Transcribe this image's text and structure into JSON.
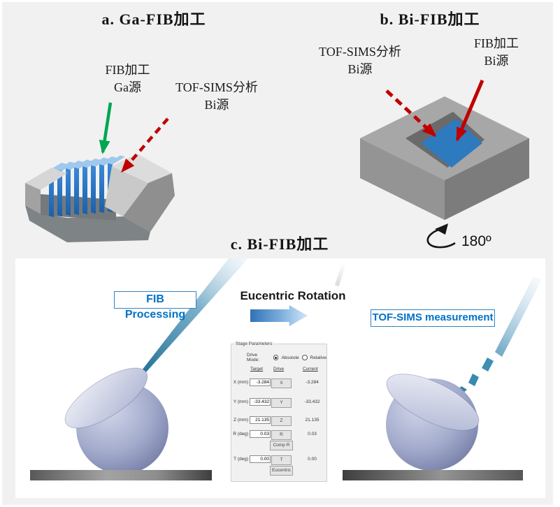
{
  "panel_a": {
    "title": "a. Ga-FIB加工",
    "fib_label_line1": "FIB加工",
    "fib_label_line2": "Ga源",
    "tof_label_line1": "TOF-SIMS分析",
    "tof_label_line2": "Bi源"
  },
  "panel_b": {
    "title": "b. Bi-FIB加工",
    "tof_label_line1": "TOF-SIMS分析",
    "tof_label_line2": "Bi源",
    "fib_label_line1": "FIB加工",
    "fib_label_line2": "Bi源",
    "rotation_label": "180º"
  },
  "panel_c": {
    "title": "c. Bi-FIB加工",
    "fib_box_label": "FIB Processing",
    "eucentric_label": "Eucentric Rotation",
    "tof_box_label": "TOF-SIMS measurement",
    "stage": {
      "title": "Stage Parameters",
      "drive_mode_label": "Drive Mode:",
      "mode_absolute": "Absolute",
      "mode_relative": "Relative",
      "selected_mode": "Absolute",
      "columns": {
        "target": "Target",
        "drive": "Drive",
        "current": "Current"
      },
      "rows": [
        {
          "label": "X (mm)",
          "target": "-3.284",
          "button": "X",
          "current": "-3.284"
        },
        {
          "label": "Y (mm)",
          "target": "-33.432",
          "button": "Y",
          "current": "-33.432"
        },
        {
          "label": "Z (mm)",
          "target": "21.135",
          "button": "Z",
          "current": "21.135"
        },
        {
          "label": "R (deg)",
          "target": "0.03",
          "button": "R",
          "current": "0.03"
        },
        {
          "button": "Comp R"
        },
        {
          "label": "T (deg)",
          "target": "0.00",
          "button": "T",
          "current": "0.00"
        },
        {
          "button": "Eucentric"
        }
      ]
    }
  },
  "colors": {
    "canvas_gray": "#f1f1f1",
    "accent_blue": "#0071c5",
    "arrow_green": "#00a651",
    "arrow_red": "#c00000",
    "fin_blue": "#2b7ccc",
    "beam_teal": "#2a7da3"
  }
}
